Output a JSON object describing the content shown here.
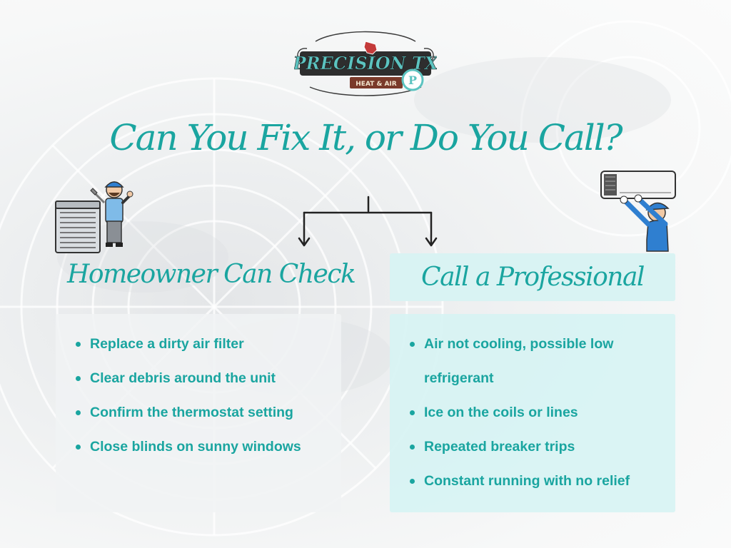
{
  "logo": {
    "brand": "PRECISION TX",
    "tagline": "HEAT & AIR",
    "monogram": "P"
  },
  "title": "Can You Fix It, or Do You Call?",
  "colors": {
    "accent": "#1aa5a0",
    "left_panel": "#f0f2f4",
    "right_panel": "#d7f3f3",
    "uniform_blue": "#2f7fd0"
  },
  "columns": {
    "left": {
      "heading": "Homeowner Can Check",
      "illustration": "technician-with-ac-unit-icon",
      "items": [
        "Replace a dirty air filter",
        "Clear debris around the unit",
        "Confirm the thermostat setting",
        "Close blinds on sunny windows"
      ]
    },
    "right": {
      "heading": "Call a Professional",
      "illustration": "technician-servicing-wall-unit-icon",
      "items": [
        "Air not cooling, possible low refrigerant",
        "Ice on the coils or lines",
        "Repeated breaker trips",
        "Constant running with no relief"
      ]
    }
  }
}
